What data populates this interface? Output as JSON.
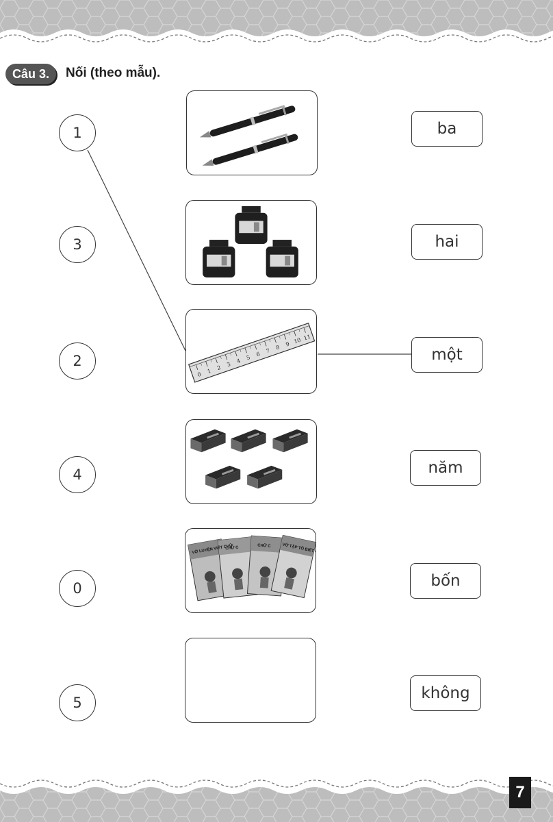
{
  "question": {
    "badge": "Câu 3.",
    "instruction": "Nối (theo mẫu)."
  },
  "numbers": [
    "1",
    "3",
    "2",
    "4",
    "0",
    "5"
  ],
  "pictures": [
    {
      "content": "pens",
      "count": 2
    },
    {
      "content": "ink-bottles",
      "count": 3
    },
    {
      "content": "ruler",
      "count": 1,
      "ruler_marks": [
        "0",
        "1",
        "2",
        "3",
        "4",
        "5",
        "6",
        "7",
        "8",
        "9",
        "10",
        "11"
      ]
    },
    {
      "content": "erasers",
      "count": 5
    },
    {
      "content": "workbooks",
      "count": 4,
      "book_labels": [
        "VỞ LUYỆN VIẾT CHỮ",
        "CHỮ C",
        "CHỮ C",
        "VỞ TẬP TÔ BIẾT CỜ BÁN"
      ]
    },
    {
      "content": "empty",
      "count": 0
    }
  ],
  "words": [
    "ba",
    "hai",
    "một",
    "năm",
    "bốn",
    "không"
  ],
  "page_number": "7",
  "colors": {
    "badge_bg": "#555555",
    "band_bg": "#b9b9b9",
    "page_num_bg": "#1a1a1a"
  }
}
